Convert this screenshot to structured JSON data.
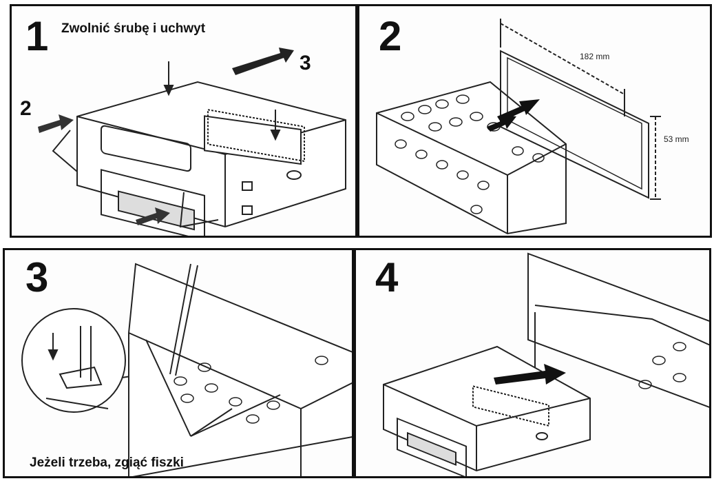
{
  "steps": [
    {
      "number": "1",
      "caption": "Zwolnić śrubę i uchwyt",
      "callouts": [
        "2",
        "3"
      ]
    },
    {
      "number": "2",
      "width_label": "182 mm",
      "height_label": "53 mm"
    },
    {
      "number": "3",
      "caption": "Jeżeli trzeba, zgiąć fiszki"
    },
    {
      "number": "4"
    }
  ]
}
